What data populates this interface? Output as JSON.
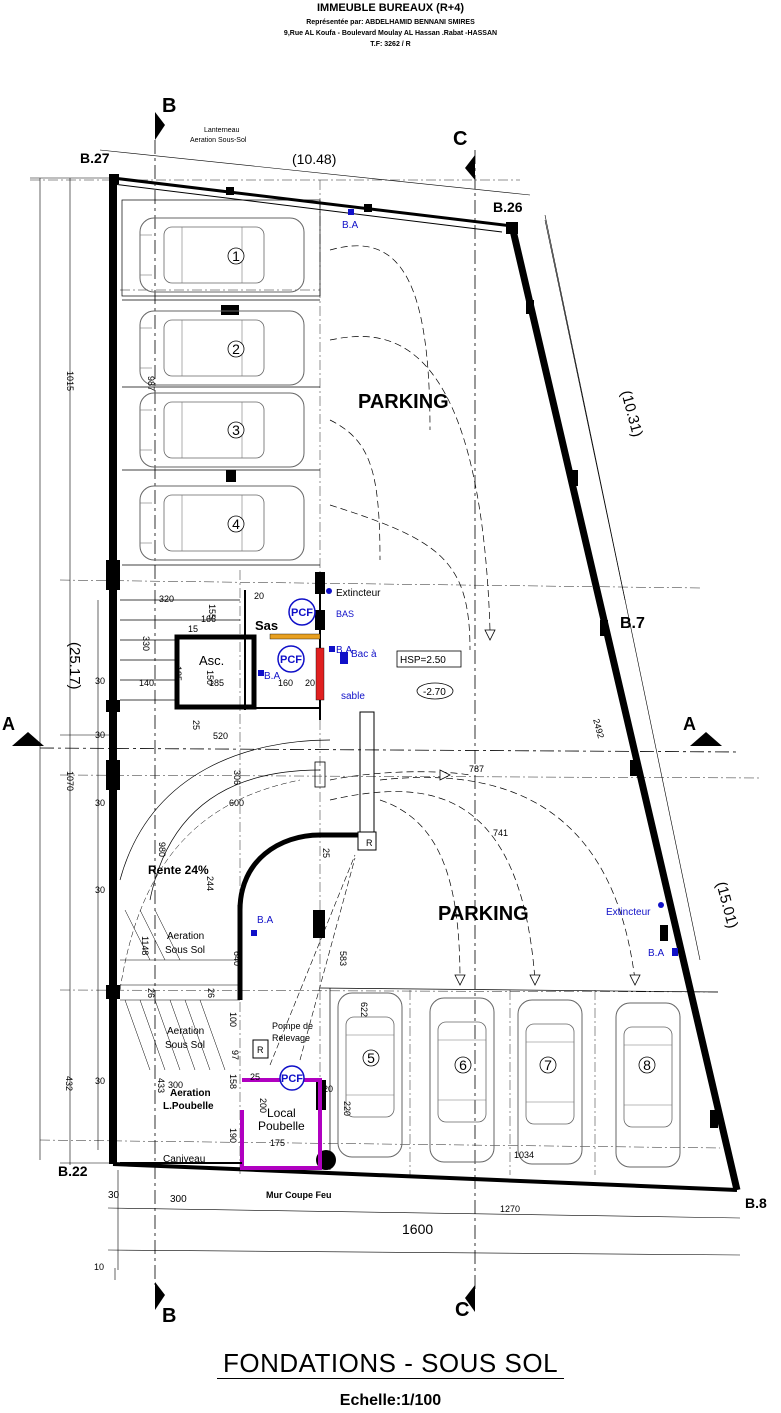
{
  "header": {
    "project": "IMMEUBLE BUREAUX (R+4)",
    "represented_by": "Représentée par: ABDELHAMID BENNANI SMIRES",
    "address": "9,Rue AL Koufa - Boulevard Moulay AL Hassan .Rabat -HASSAN",
    "tf": "T.F: 3262 / R"
  },
  "sections": {
    "b": "B",
    "c": "C",
    "a": "A"
  },
  "corners": {
    "b27": "B.27",
    "b26": "B.26",
    "b7": "B.7",
    "b22": "B.22",
    "b8": "B.8"
  },
  "rooms": {
    "parking": "PARKING",
    "sas": "Sas",
    "asc": "Asc.",
    "rampe": "Rente 24%",
    "local_poubelle_1": "Local",
    "local_poubelle_2": "Poubelle",
    "caniveau": "Caniveau",
    "aeration1_a": "Aeration",
    "aeration1_b": "Sous Sol",
    "aeration2_a": "Aeration",
    "aeration2_b": "Sous Sol",
    "aeration3_a": "Aeration",
    "aeration3_b": "L.Poubelle",
    "pompe_a": "Pompe de",
    "pompe_b": "Relevage",
    "mur": "Mur Coupe Feu",
    "lanterneau": "Lanterneau",
    "aeration_top": "Aeration Sous-Sol"
  },
  "equipment": {
    "extincteur": "Extincteur",
    "ba": "B.A",
    "pcf": "PCF",
    "bas": "BAS",
    "bac_a": "Bac à",
    "bac_b": "sable",
    "hsp": "HSP=2.50",
    "level": "-2.70",
    "r": "R"
  },
  "parking_spots": [
    "1",
    "2",
    "3",
    "4",
    "5",
    "6",
    "7",
    "8"
  ],
  "dimensions": {
    "top": "(10.48)",
    "right1": "(10.31)",
    "right2": "(15.01)",
    "left_total": "(25.17)",
    "bottom_total": "1600",
    "bottom_300": "300",
    "bottom_30": "30",
    "bottom_1270": "1270",
    "d10": "10",
    "d1015": "1015",
    "d987": "987",
    "d1070": "1070",
    "d432": "432",
    "d320": "320",
    "d155": "155",
    "d166": "166",
    "d15": "15",
    "d20a": "20",
    "d330": "330",
    "d185a": "185",
    "d185b": "185",
    "d140": "140",
    "d150": "150",
    "d160": "160",
    "d20b": "20",
    "d25a": "25",
    "d520": "520",
    "d306": "306",
    "d600": "600",
    "d980": "980",
    "d244": "244",
    "d25b": "25",
    "d741": "741",
    "d787": "787",
    "d2492": "2492",
    "d583": "583",
    "d640": "640",
    "d1148": "1148",
    "d26a": "26",
    "d26b": "26",
    "d100": "100",
    "d97": "97",
    "d158": "158",
    "d433": "433",
    "d300b": "300",
    "d25c": "25",
    "d200": "200",
    "d190": "190",
    "d175": "175",
    "d220": "220",
    "d20c": "20",
    "d622": "622",
    "d1034": "1034",
    "d30a": "30",
    "d30b": "30",
    "d30c": "30",
    "d30d": "30",
    "d30e": "30"
  },
  "colors": {
    "blue": "#1010c8",
    "magenta": "#b000c0",
    "red": "#e02020",
    "orange": "#e8a020"
  },
  "footer": {
    "title": "FONDATIONS - SOUS SOL",
    "scale": "Echelle:1/100"
  }
}
